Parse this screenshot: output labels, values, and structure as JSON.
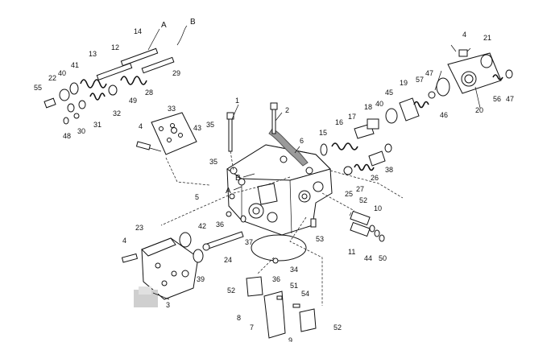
{
  "labels": [
    "1",
    "2",
    "3",
    "4",
    "5",
    "6",
    "7",
    "8",
    "9",
    "10",
    "11",
    "12",
    "13",
    "14",
    "15",
    "16",
    "17",
    "18",
    "19",
    "20",
    "21",
    "22",
    "23",
    "24",
    "25",
    "26",
    "27",
    "28",
    "29",
    "30",
    "31",
    "32",
    "33",
    "34",
    "35",
    "36",
    "37",
    "38",
    "39",
    "40",
    "41",
    "42",
    "43",
    "44",
    "45",
    "46",
    "47",
    "48",
    "49",
    "50",
    "51",
    "52",
    "53",
    "54",
    "55",
    "56",
    "57"
  ],
  "letters": {
    "a": "A",
    "b": "B"
  }
}
